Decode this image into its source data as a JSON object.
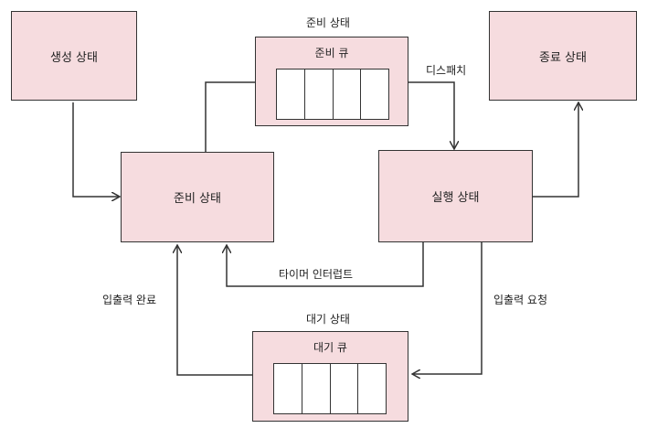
{
  "nodes": {
    "created": "생성 상태",
    "ready": "준비 상태",
    "running": "실행 상태",
    "terminated": "종료 상태"
  },
  "ready_queue": {
    "title": "준비 상태",
    "label": "준비 큐"
  },
  "wait_queue": {
    "title": "대기 상태",
    "label": "대기 큐"
  },
  "edges": {
    "dispatch": "디스패치",
    "timer_interrupt": "타이머 인터럽트",
    "io_complete": "입출력 완료",
    "io_request": "입출력 요청"
  }
}
